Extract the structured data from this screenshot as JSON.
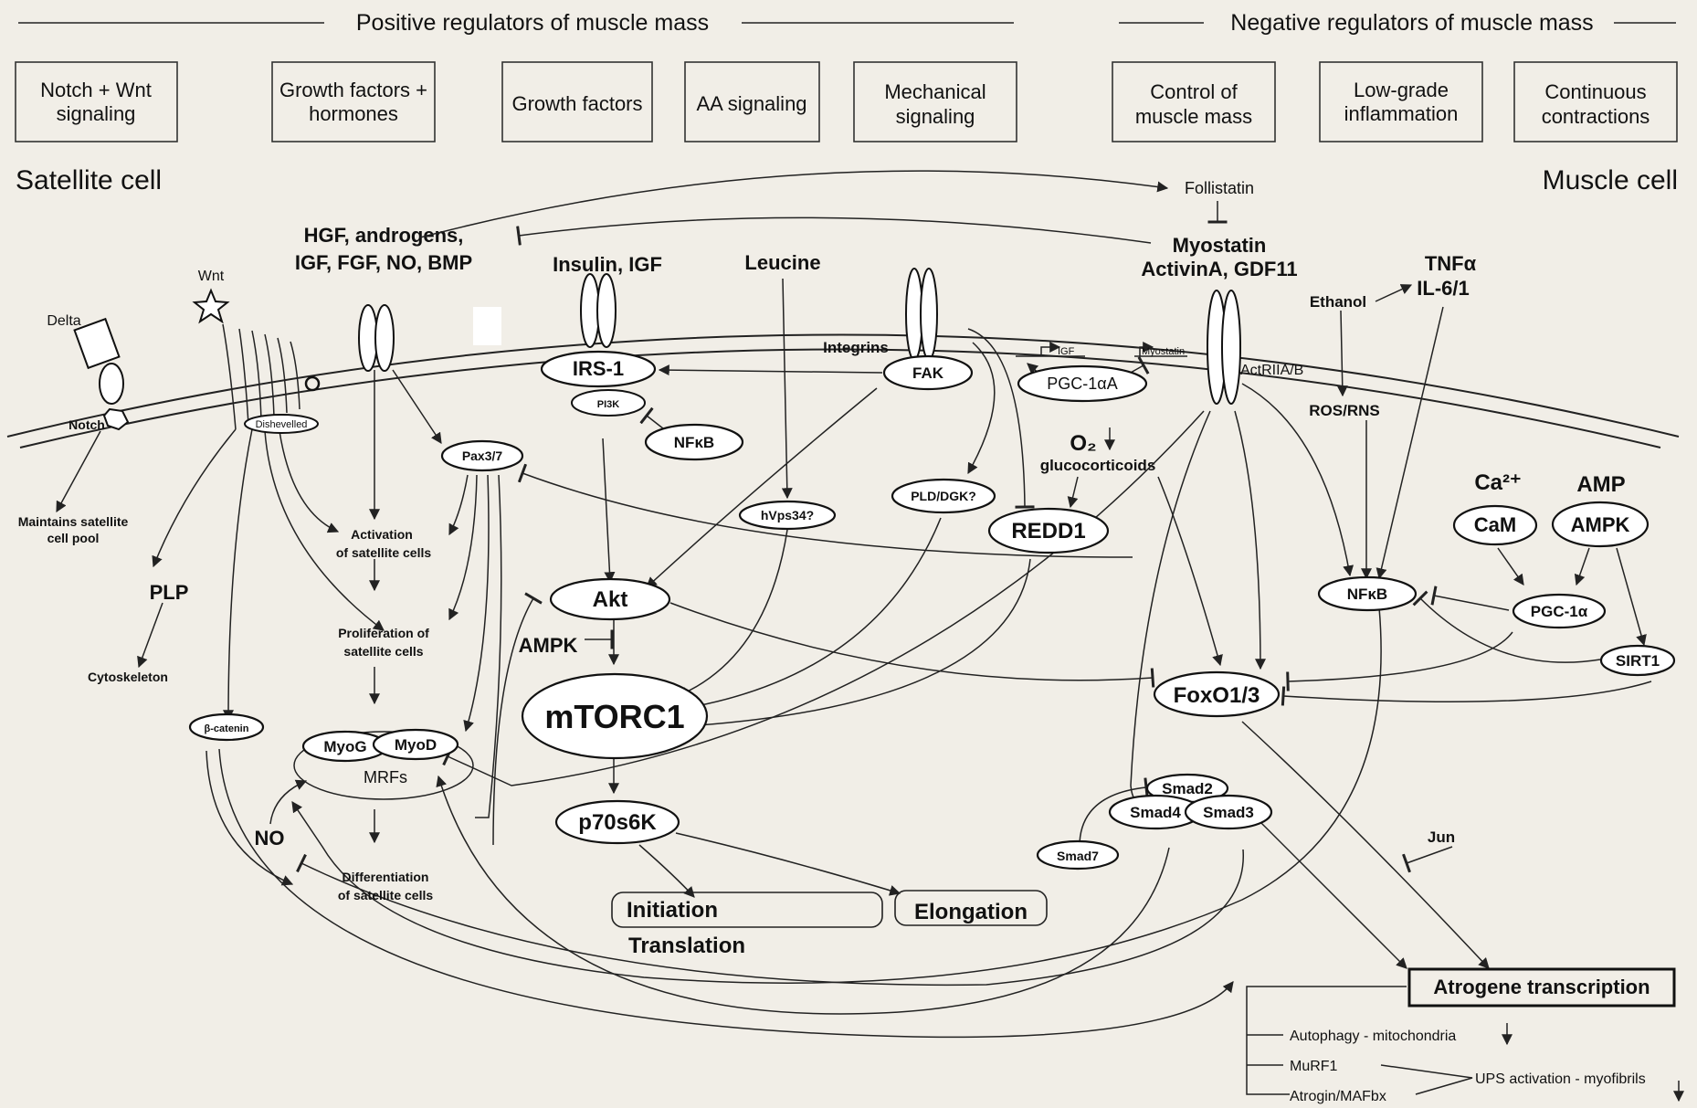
{
  "headers": {
    "positive": "Positive regulators of muscle mass",
    "negative": "Negative regulators of muscle mass"
  },
  "boxes": {
    "notch_wnt": [
      "Notch + Wnt",
      "signaling"
    ],
    "growth_hormones": [
      "Growth factors +",
      "hormones"
    ],
    "growth_factors": "Growth factors",
    "aa_signaling": "AA signaling",
    "mechanical": [
      "Mechanical",
      "signaling"
    ],
    "control": [
      "Control of",
      "muscle mass"
    ],
    "inflammation": [
      "Low-grade",
      "inflammation"
    ],
    "contractions": [
      "Continuous",
      "contractions"
    ]
  },
  "sides": {
    "left": "Satellite cell",
    "right": "Muscle cell"
  },
  "ligands": {
    "follistatin": "Follistatin",
    "myostatin": [
      "Myostatin",
      "ActivinA, GDF11"
    ],
    "hgf": [
      "HGF, androgens,",
      "IGF, FGF, NO, BMP"
    ],
    "insulin": "Insulin, IGF",
    "leucine": "Leucine",
    "integrins": "Integrins",
    "tnf": [
      "TNFα",
      "IL-6/1"
    ],
    "ethanol": "Ethanol",
    "wnt": "Wnt",
    "delta": "Delta",
    "notch": "Notch",
    "actriib": "ActRIIA/B",
    "ros": "ROS/RNS",
    "o2": "O₂",
    "glucocorticoids": "glucocorticoids",
    "ca": "Ca²⁺",
    "amp": "AMP",
    "ampk_inh": "AMPK",
    "no": "NO",
    "jun": "Jun",
    "igf_gene": "IGF",
    "myostatin_gene": "Myostatin"
  },
  "nodes": {
    "dishevelled": "Dishevelled",
    "irs1": "IRS-1",
    "pi3k": "PI3K",
    "nfkb_top": "NFκB",
    "fak": "FAK",
    "pgc1a_a": "PGC-1αA",
    "pax37": "Pax3/7",
    "hvps34": "hVps34?",
    "pld": "PLD/DGK?",
    "redd1": "REDD1",
    "cam": "CaM",
    "ampk": "AMPK",
    "nfkb_right": "NFκB",
    "pgc1a": "PGC-1α",
    "sirt1": "SIRT1",
    "akt": "Akt",
    "mtorc1": "mTORC1",
    "foxo": "FoxO1/3",
    "p70": "p70s6K",
    "bcatenin": "β-catenin",
    "myog": "MyoG",
    "myod": "MyoD",
    "mrfs": "MRFs",
    "smad2": "Smad2",
    "smad4": "Smad4",
    "smad3": "Smad3",
    "smad7": "Smad7"
  },
  "labels": {
    "maintains": [
      "Maintains satellite",
      "cell pool"
    ],
    "plp": "PLP",
    "cytoskeleton": "Cytoskeleton",
    "activation": [
      "Activation",
      "of satellite cells"
    ],
    "proliferation": [
      "Proliferation of",
      "satellite cells"
    ],
    "differentiation": [
      "Differentiation",
      "of satellite cells"
    ],
    "initiation": "Initiation",
    "elongation": "Elongation",
    "translation": "Translation",
    "atrogene": "Atrogene transcription",
    "autophagy": "Autophagy - mitochondria",
    "murf1": "MuRF1",
    "atrogin": "Atrogin/MAFbx",
    "ups": "UPS activation - myofibrils"
  }
}
